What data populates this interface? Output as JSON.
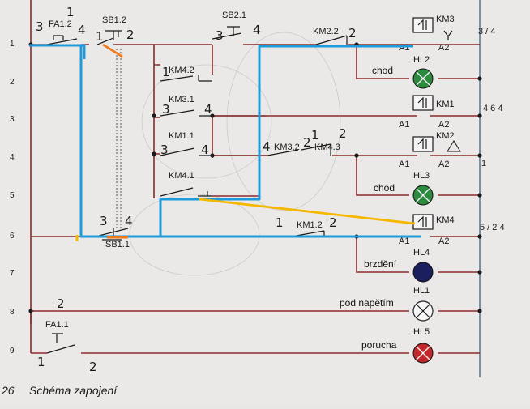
{
  "row_numbers": [
    "1",
    "2",
    "3",
    "4",
    "5",
    "6",
    "7",
    "8",
    "9"
  ],
  "contacts": {
    "fa12": "FA1.2",
    "sb12": "SB1.2",
    "sb21": "SB2.1",
    "km22": "KM2.2",
    "km42": "KM4.2",
    "km31": "KM3.1",
    "km11": "KM1.1",
    "km32": "KM3.2",
    "km43": "KM4.3",
    "km41": "KM4.1",
    "km12": "KM1.2",
    "sb11": "SB1.1",
    "fa11": "FA1.1"
  },
  "coils": {
    "km3": "KM3",
    "km1": "KM1",
    "km2": "KM2",
    "km4": "KM4",
    "a1": "A1",
    "a2": "A2"
  },
  "lamps": {
    "hl2": "HL2",
    "hl3": "HL3",
    "hl4": "HL4",
    "hl1": "HL1",
    "hl5": "HL5"
  },
  "lamp_labels": {
    "hl2": "chod",
    "hl3": "chod",
    "hl4": "brzdění",
    "hl1": "pod napětím",
    "hl5": "porucha"
  },
  "cross_refs": {
    "km3": "3 / 4",
    "km1": "4 6 4",
    "km2": "1",
    "km4": "5 / 2 4"
  },
  "handwritten": {
    "fa12_left": "3",
    "fa12_right": "4",
    "fa12_top": "1",
    "sb12_left": "1",
    "sb12_right": "2",
    "sb21_left": "3",
    "sb21_right": "4",
    "km22_right": "2",
    "km42_left": "1",
    "km31_left": "3",
    "km31_right": "4",
    "km11_left": "3",
    "km11_right": "4",
    "km32_left": "4",
    "km32_mid": "2",
    "km43_mid": "1",
    "km43_right": "2",
    "sb11_left": "3",
    "sb11_right": "4",
    "km12_left": "1",
    "km12_right": "2",
    "fa11_top": "2",
    "fa11_left": "1",
    "fa11_right": "2"
  },
  "caption": {
    "number": "26",
    "title": "Schéma zapojení"
  },
  "colors": {
    "wire": "#8a2a2a",
    "overlay_blue": "#1e9bdc",
    "overlay_yellow": "#f5b800",
    "overlay_orange": "#f07a1a",
    "lamp_green": "#2b8a3e",
    "lamp_navy": "#1b1f5e",
    "lamp_red": "#c0282b"
  }
}
